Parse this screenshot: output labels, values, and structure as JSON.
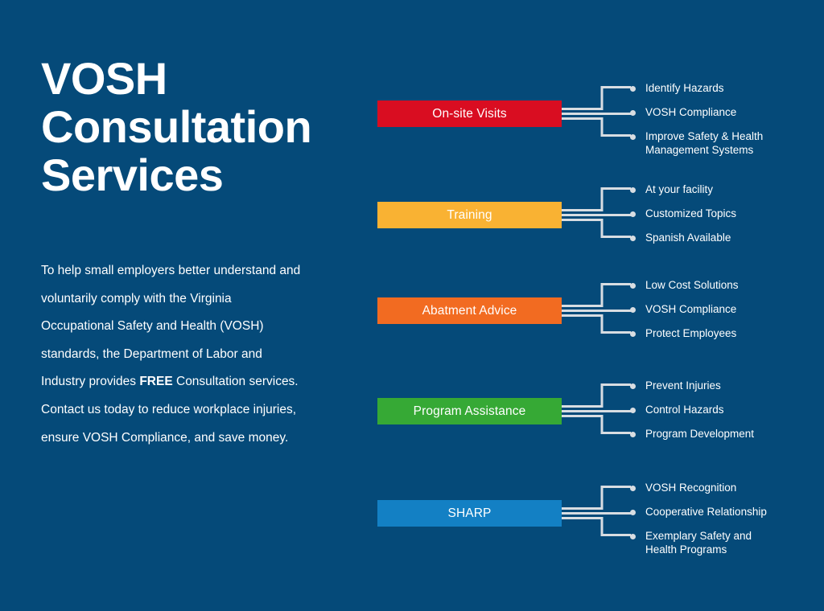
{
  "background_color": "#054A79",
  "header": {
    "title": "VOSH\nConsultation\nServices"
  },
  "intro": {
    "part1": "To help small employers better understand and voluntarily comply with the Virginia Occupational Safety and Health (VOSH) standards, the Department of Labor and Industry provides ",
    "emphasis": "FREE",
    "part2": " Consultation services. Contact us today to reduce workplace injuries, ensure VOSH Compliance, and save money."
  },
  "diagram": {
    "connector_color": "#D8DDE2",
    "groups": [
      {
        "label": "On-site Visits",
        "color": "#D90D21",
        "items": [
          "Identify Hazards",
          "VOSH Compliance",
          "Improve Safety & Health\nManagement Systems"
        ]
      },
      {
        "label": "Training",
        "color": "#F9B233",
        "items": [
          "At your facility",
          "Customized Topics",
          "Spanish Available"
        ]
      },
      {
        "label": "Abatment Advice",
        "color": "#F26B21",
        "items": [
          "Low Cost Solutions",
          "VOSH Compliance",
          "Protect Employees"
        ]
      },
      {
        "label": "Program Assistance",
        "color": "#36A935",
        "items": [
          "Prevent Injuries",
          "Control Hazards",
          "Program Development"
        ]
      },
      {
        "label": "SHARP",
        "color": "#1380C4",
        "items": [
          "VOSH Recognition",
          "Cooperative Relationship",
          "Exemplary Safety and\nHealth Programs"
        ]
      }
    ]
  }
}
